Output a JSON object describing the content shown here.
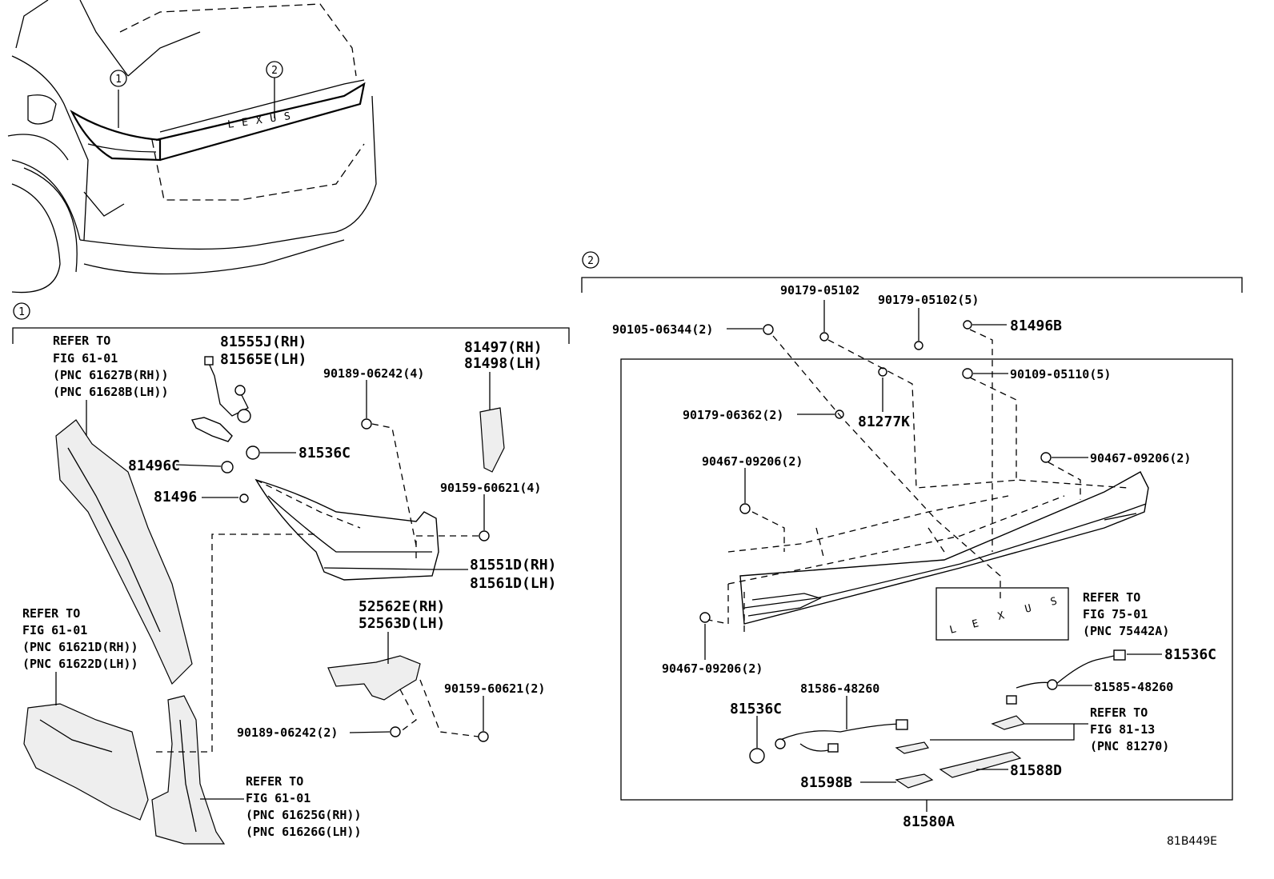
{
  "figure_code": "81B449E",
  "callouts": {
    "one": "1",
    "two": "2"
  },
  "section1": {
    "refer_a": [
      "REFER TO",
      "FIG 61-01",
      "(PNC 61627B(RH))",
      "(PNC 61628B(LH))"
    ],
    "refer_b": [
      "REFER TO",
      "FIG 61-01",
      "(PNC 61621D(RH))",
      "(PNC 61622D(LH))"
    ],
    "refer_c": [
      "REFER TO",
      "FIG 61-01",
      "(PNC 61625G(RH))",
      "(PNC 61626G(LH))"
    ],
    "parts": {
      "p81555J": "81555J(RH)",
      "p81565E": "81565E(LH)",
      "p81497": "81497(RH)",
      "p81498": "81498(LH)",
      "p90189_4": "90189-06242(4)",
      "p81536C": "81536C",
      "p81496C": "81496C",
      "p81496": "81496",
      "p90159_4": "90159-60621(4)",
      "p81551D": "81551D(RH)",
      "p81561D": "81561D(LH)",
      "p52562E": "52562E(RH)",
      "p52563D": "52563D(LH)",
      "p90159_2": "90159-60621(2)",
      "p90189_2": "90189-06242(2)"
    }
  },
  "section2": {
    "parts": {
      "p90179_a": "90179-05102",
      "p90179_5": "90179-05102(5)",
      "p81496B": "81496B",
      "p90105": "90105-06344(2)",
      "p90109": "90109-05110(5)",
      "p90179_06362": "90179-06362(2)",
      "p81277K": "81277K",
      "p90467_a": "90467-09206(2)",
      "p90467_b": "90467-09206(2)",
      "p90467_c": "90467-09206(2)",
      "p81536C_a": "81536C",
      "p81585": "81585-48260",
      "p81586": "81586-48260",
      "p81536C_b": "81536C",
      "p81598B": "81598B",
      "p81588D": "81588D",
      "p81580A": "81580A"
    },
    "refer_emblem": [
      "REFER TO",
      "FIG 75-01",
      "(PNC 75442A)"
    ],
    "refer_harness": [
      "REFER TO",
      "FIG 81-13",
      "(PNC 81270)"
    ],
    "emblem_letters": [
      "L",
      "E",
      "X",
      "U",
      "S"
    ]
  }
}
